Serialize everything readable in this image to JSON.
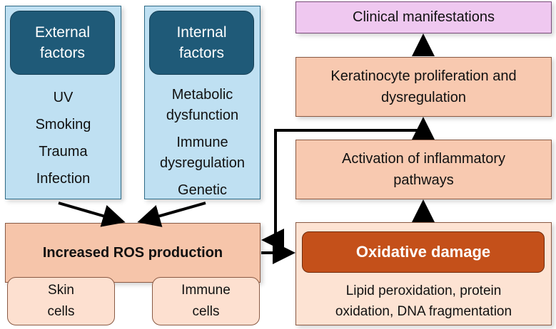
{
  "external": {
    "title_line1": "External",
    "title_line2": "factors",
    "items": [
      "UV",
      "Smoking",
      "Trauma",
      "Infection"
    ]
  },
  "internal": {
    "title_line1": "Internal",
    "title_line2": "factors",
    "items": [
      [
        "Metabolic",
        "dysfunction"
      ],
      [
        "Immune",
        "dysregulation"
      ],
      [
        "Genetic"
      ]
    ]
  },
  "ros": {
    "label": "Increased ROS production",
    "cells": [
      {
        "line1": "Skin",
        "line2": "cells"
      },
      {
        "line1": "Immune",
        "line2": "cells"
      }
    ]
  },
  "oxidative": {
    "title": "Oxidative damage",
    "text_line1": "Lipid peroxidation, protein",
    "text_line2": "oxidation, DNA fragmentation"
  },
  "activation": {
    "line1": "Activation of inflammatory",
    "line2": "pathways"
  },
  "keratinocyte": {
    "line1": "Keratinocyte proliferation and",
    "line2": "dysregulation"
  },
  "clinical": {
    "label": "Clinical manifestations"
  }
}
